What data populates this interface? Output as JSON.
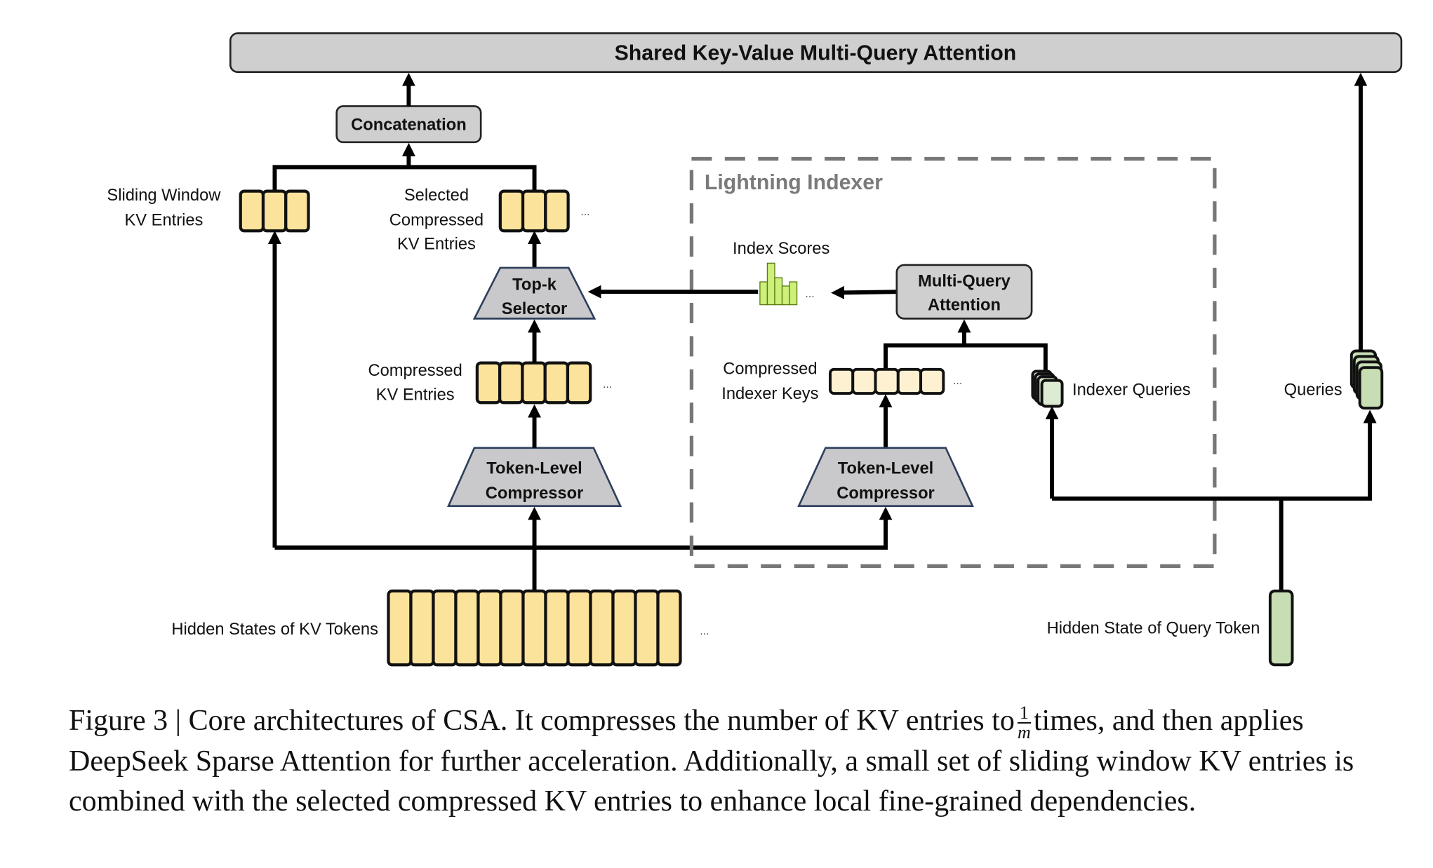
{
  "diagram": {
    "top_block": "Shared Key-Value Multi-Query Attention",
    "concatenation": "Concatenation",
    "sliding_window_label": [
      "Sliding Window",
      "KV Entries"
    ],
    "selected_label": [
      "Selected",
      "Compressed",
      "KV Entries"
    ],
    "topk_label": [
      "Top-k",
      "Selector"
    ],
    "compressed_kv_label": [
      "Compressed",
      "KV Entries"
    ],
    "compressor_left": [
      "Token-Level",
      "Compressor"
    ],
    "compressor_right": [
      "Token-Level",
      "Compressor"
    ],
    "hidden_kv_label": "Hidden States of KV Tokens",
    "hidden_query_label": "Hidden State of Query Token",
    "lightning_indexer": "Lightning Indexer",
    "index_scores": "Index Scores",
    "mqa_label": [
      "Multi-Query",
      "Attention"
    ],
    "indexer_keys_label": [
      "Compressed",
      "Indexer Keys"
    ],
    "indexer_queries_label": "Indexer Queries",
    "queries_label": "Queries",
    "ellipsis": "...",
    "counts": {
      "sliding_window_entries": 3,
      "selected_entries": 3,
      "compressed_kv_entries": 5,
      "indexer_keys": 5,
      "hidden_kv_tokens": 13,
      "index_score_bars": 5
    },
    "index_score_levels": [
      0.55,
      1.0,
      0.65,
      0.45,
      0.55
    ],
    "colors": {
      "kv_entry": "#fce39c",
      "indexer_key": "#fdf1d2",
      "query": "#c7deb5",
      "indexer_query": "#deebd3",
      "score_bar": "#ccf07a",
      "block_gray": "#d0cfcf",
      "indexer_border": "#777777"
    }
  },
  "caption": {
    "prefix": "Figure 3 | Core architectures of CSA. It compresses the number of KV entries to",
    "frac_num": "1",
    "frac_den": "m",
    "suffix": "times, and then applies DeepSeek Sparse Attention for further acceleration. Additionally, a small set of sliding window KV entries is combined with the selected compressed KV entries to enhance local fine-grained dependencies."
  }
}
